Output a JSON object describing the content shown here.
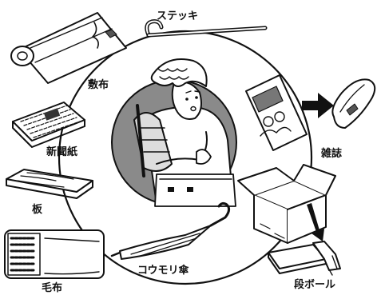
{
  "labels": {
    "cane": "ステッキ",
    "bedding": "敷布",
    "newspaper": "新聞紙",
    "board": "板",
    "blanket": "毛布",
    "umbrella": "コウモリ傘",
    "magazine": "雑誌",
    "cardboard": "段ボール"
  },
  "icons": {
    "center": "injured-person-with-arm-splint",
    "items": [
      "cane-icon",
      "rolled-sheet-icon",
      "newspaper-icon",
      "board-icon",
      "blanket-icon",
      "umbrella-icon",
      "magazine-icon",
      "cardboard-box-icon"
    ]
  },
  "colors": {
    "ink": "#111111",
    "shade": "#888888",
    "paper": "#ffffff"
  }
}
